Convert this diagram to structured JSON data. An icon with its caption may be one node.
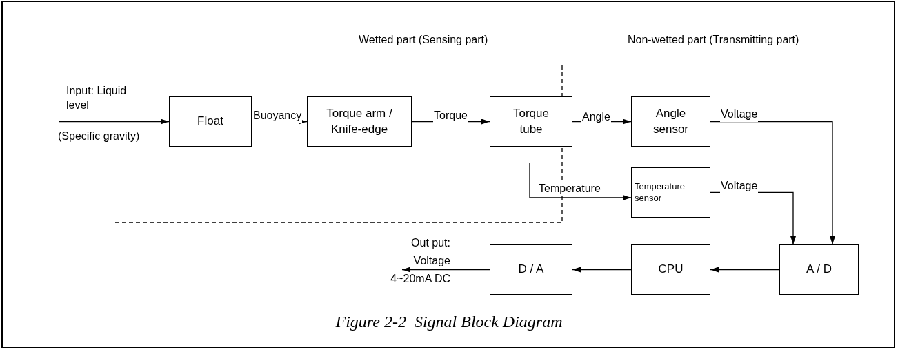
{
  "diagram": {
    "caption": "Figure 2-2  Signal Block Diagram",
    "nodes": [
      {
        "text": [
          "Float"
        ]
      },
      {
        "text": [
          "Torque arm / Knife-edge"
        ]
      },
      {
        "text": [
          "Torque tube"
        ]
      },
      {
        "text": [
          "Angle sensor"
        ]
      },
      {
        "text": [
          "Temperature sensor"
        ]
      },
      {
        "text": [
          "A / D"
        ]
      },
      {
        "text": [
          "CPU"
        ]
      },
      {
        "text": [
          "D / A"
        ]
      }
    ],
    "edges": [
      {
        "from": null,
        "to": 0,
        "arrow": "to",
        "label": "Input: Liquid level"
      },
      {
        "from": 0,
        "to": 1,
        "arrow": "to",
        "label": "Buoyancy"
      },
      {
        "from": 1,
        "to": 2,
        "arrow": "to",
        "label": "Torque"
      },
      {
        "from": 2,
        "to": 3,
        "arrow": "to",
        "label": "Angle"
      },
      {
        "from": null,
        "to": 4,
        "arrow": "to",
        "label": "Temperature"
      },
      {
        "from": 3,
        "to": 5,
        "arrow": "to",
        "label": "Voltage"
      },
      {
        "from": 4,
        "to": 5,
        "arrow": "to",
        "label": "Voltage"
      },
      {
        "from": 5,
        "to": 6,
        "arrow": "to"
      },
      {
        "from": 6,
        "to": 7,
        "arrow": "to"
      },
      {
        "from": 7,
        "to": null,
        "arrow": "to",
        "label": "Out put: Voltage 4~20mA DC"
      }
    ],
    "labels": [
      "Wetted part (Sensing part)",
      "Non-wetted part (Transmitting part)",
      "(Specific gravity)"
    ]
  }
}
